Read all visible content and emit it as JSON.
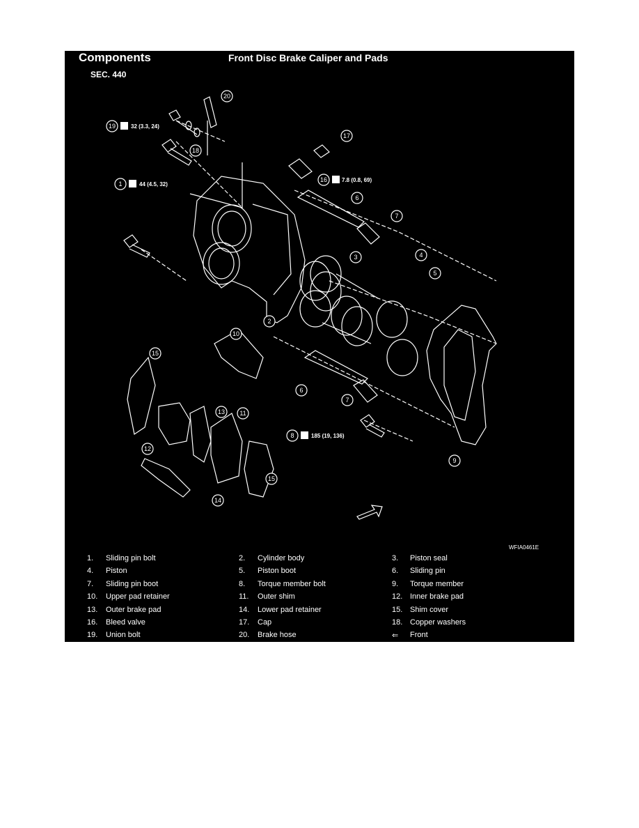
{
  "header": {
    "title": "Components",
    "subtitle": "Front Disc Brake Caliper and Pads",
    "section": "SEC. 440"
  },
  "figure_code": "WFIA0461E",
  "callouts": {
    "c19": "32 (3.3, 24)",
    "c1": "44 (4.5, 32)",
    "c16": "7.8 (0.8, 69)",
    "c8": "185 (19, 136)"
  },
  "legend": [
    {
      "num": "1.",
      "label": "Sliding pin bolt"
    },
    {
      "num": "2.",
      "label": "Cylinder body"
    },
    {
      "num": "3.",
      "label": "Piston seal"
    },
    {
      "num": "4.",
      "label": "Piston"
    },
    {
      "num": "5.",
      "label": "Piston boot"
    },
    {
      "num": "6.",
      "label": "Sliding pin"
    },
    {
      "num": "7.",
      "label": "Sliding pin boot"
    },
    {
      "num": "8.",
      "label": "Torque member bolt"
    },
    {
      "num": "9.",
      "label": "Torque member"
    },
    {
      "num": "10.",
      "label": "Upper pad retainer"
    },
    {
      "num": "11.",
      "label": "Outer shim"
    },
    {
      "num": "12.",
      "label": "Inner brake pad"
    },
    {
      "num": "13.",
      "label": "Outer brake pad"
    },
    {
      "num": "14.",
      "label": "Lower pad retainer"
    },
    {
      "num": "15.",
      "label": "Shim cover"
    },
    {
      "num": "16.",
      "label": "Bleed valve"
    },
    {
      "num": "17.",
      "label": "Cap"
    },
    {
      "num": "18.",
      "label": "Copper washers"
    },
    {
      "num": "19.",
      "label": "Union bolt"
    },
    {
      "num": "20.",
      "label": "Brake hose"
    },
    {
      "num": "⇐",
      "label": "Front"
    }
  ]
}
